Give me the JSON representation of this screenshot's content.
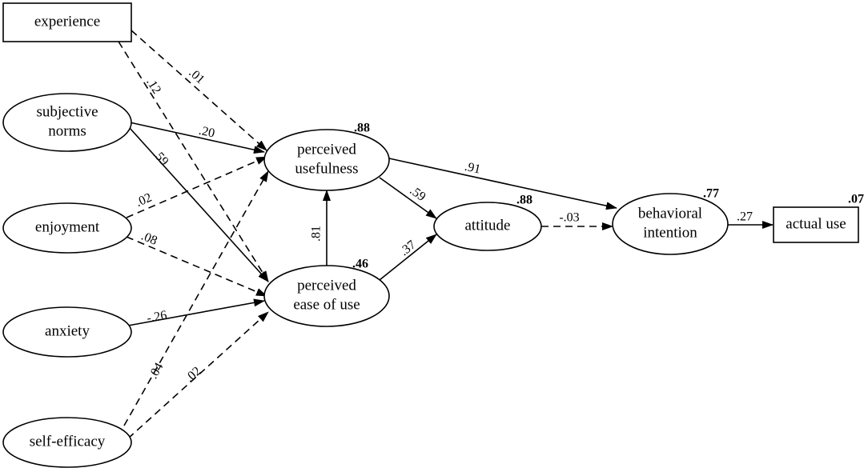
{
  "nodes": {
    "experience": {
      "lines": [
        "experience"
      ]
    },
    "subjective_norms": {
      "lines": [
        "subjective",
        "norms"
      ]
    },
    "enjoyment": {
      "lines": [
        "enjoyment"
      ]
    },
    "anxiety": {
      "lines": [
        "anxiety"
      ]
    },
    "self_efficacy": {
      "lines": [
        "self-efficacy"
      ]
    },
    "perceived_usefulness": {
      "lines": [
        "perceived",
        "usefulness"
      ],
      "r2": ".88"
    },
    "perceived_ease_of_use": {
      "lines": [
        "perceived",
        "ease of use"
      ],
      "r2": ".46"
    },
    "attitude": {
      "lines": [
        "attitude"
      ],
      "r2": ".88"
    },
    "behavioral_intention": {
      "lines": [
        "behavioral",
        "intention"
      ],
      "r2": ".77"
    },
    "actual_use": {
      "lines": [
        "actual use"
      ],
      "r2": ".07"
    }
  },
  "paths": [
    {
      "from": "experience",
      "to": "perceived_usefulness",
      "coef": ".01",
      "style": "dashed"
    },
    {
      "from": "experience",
      "to": "perceived_ease_of_use",
      "coef": ".12",
      "style": "dashed"
    },
    {
      "from": "subjective_norms",
      "to": "perceived_usefulness",
      "coef": ".20",
      "style": "solid"
    },
    {
      "from": "subjective_norms",
      "to": "perceived_ease_of_use",
      "coef": ".59",
      "style": "solid"
    },
    {
      "from": "enjoyment",
      "to": "perceived_usefulness",
      "coef": ".02",
      "style": "dashed"
    },
    {
      "from": "enjoyment",
      "to": "perceived_ease_of_use",
      "coef": ".08",
      "style": "dashed"
    },
    {
      "from": "anxiety",
      "to": "perceived_ease_of_use",
      "coef": "-.26",
      "style": "solid"
    },
    {
      "from": "self_efficacy",
      "to": "perceived_usefulness",
      "coef": ".04",
      "style": "dashed"
    },
    {
      "from": "self_efficacy",
      "to": "perceived_ease_of_use",
      "coef": ".02",
      "style": "dashed"
    },
    {
      "from": "perceived_ease_of_use",
      "to": "perceived_usefulness",
      "coef": ".81",
      "style": "solid"
    },
    {
      "from": "perceived_usefulness",
      "to": "attitude",
      "coef": ".59",
      "style": "solid"
    },
    {
      "from": "perceived_ease_of_use",
      "to": "attitude",
      "coef": ".37",
      "style": "solid"
    },
    {
      "from": "perceived_usefulness",
      "to": "behavioral_intention",
      "coef": ".91",
      "style": "solid"
    },
    {
      "from": "attitude",
      "to": "behavioral_intention",
      "coef": "-.03",
      "style": "dashed"
    },
    {
      "from": "behavioral_intention",
      "to": "actual_use",
      "coef": ".27",
      "style": "solid"
    }
  ]
}
